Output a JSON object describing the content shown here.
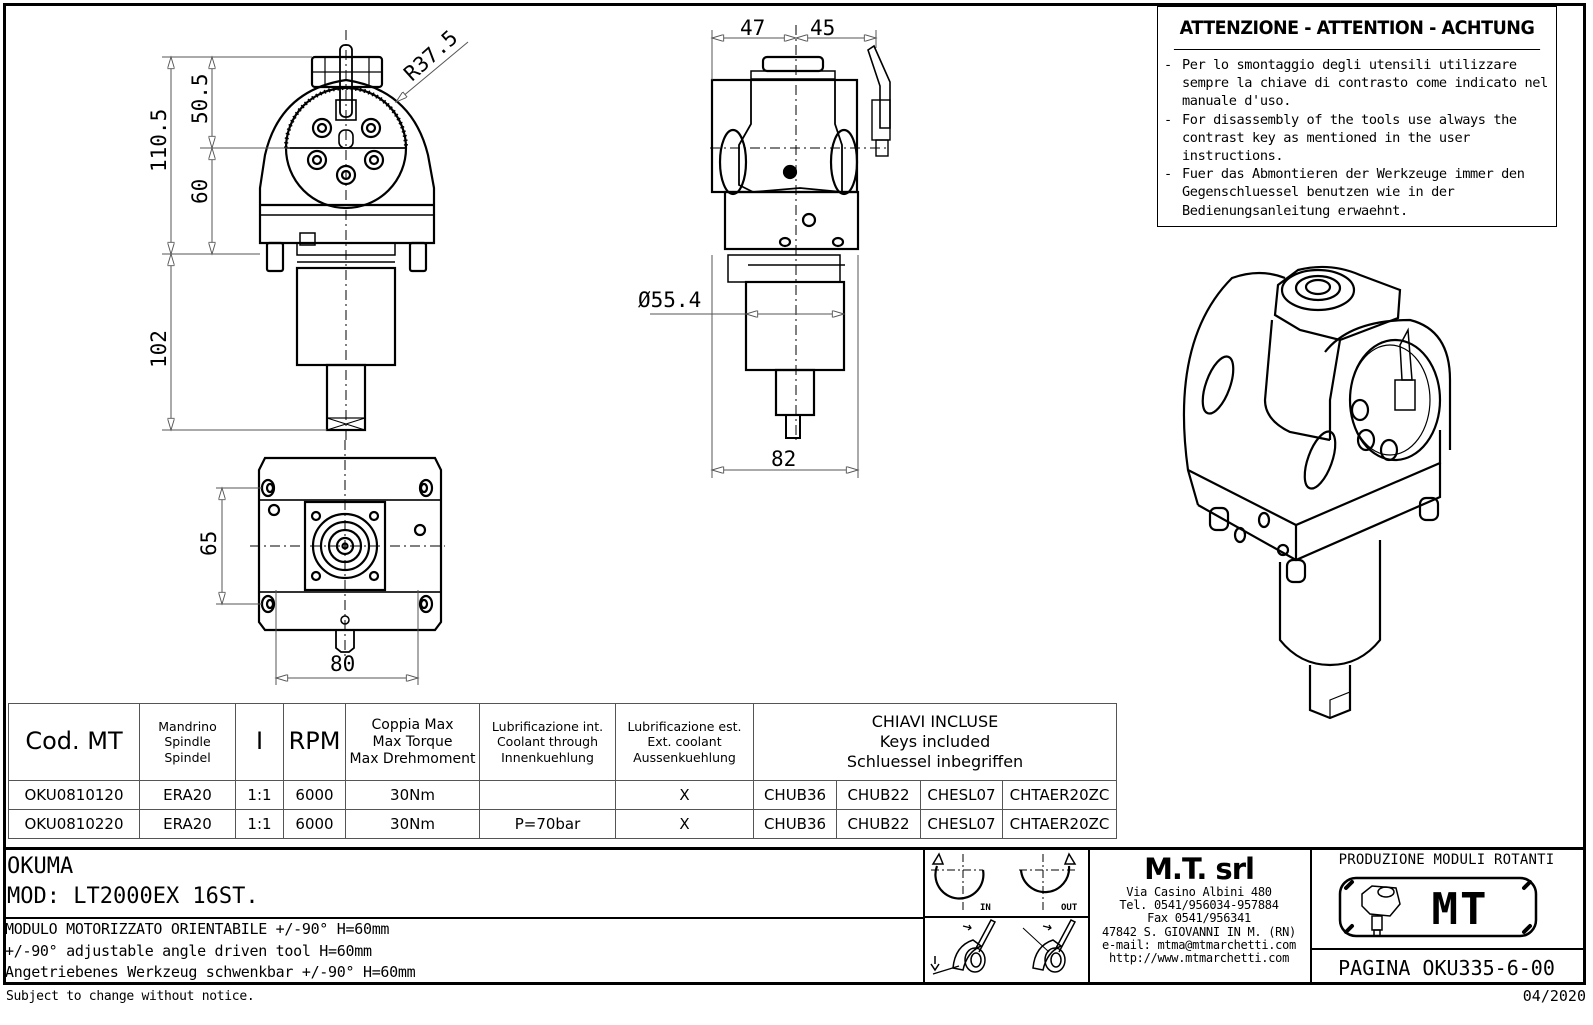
{
  "attention": {
    "title": "ATTENZIONE - ATTENTION - ACHTUNG",
    "items": [
      "Per lo smontaggio degli utensili utilizzare sempre la chiave di contrasto come indicato nel manuale d'uso.",
      "For disassembly of the tools use always the contrast key as mentioned in the user instructions.",
      "Fuer das Abmontieren der Werkzeuge immer den Gegenschluessel benutzen wie in der Bedienungsanleitung erwaehnt."
    ],
    "dash": "-"
  },
  "dimensions": {
    "front_total_height": "110.5",
    "front_upper_height": "50.5",
    "front_lower_height": "60",
    "front_shank_length": "102",
    "front_radius": "R37.5",
    "side_left_width": "47",
    "side_right_width": "45",
    "side_shank_diameter": "Ø55.4",
    "side_base_width": "82",
    "top_height": "65",
    "top_width": "80"
  },
  "spec_table": {
    "headers": {
      "code": "Cod. MT",
      "spindle": [
        "Mandrino",
        "Spindle",
        "Spindel"
      ],
      "ratio": "I",
      "rpm": "RPM",
      "torque": [
        "Coppia Max",
        "Max Torque",
        "Max Drehmoment"
      ],
      "coolant_int": [
        "Lubrificazione int.",
        "Coolant through",
        "Innenkuehlung"
      ],
      "coolant_ext": [
        "Lubrificazione est.",
        "Ext. coolant",
        "Aussenkuehlung"
      ],
      "keys": [
        "CHIAVI INCLUSE",
        "Keys included",
        "Schluessel inbegriffen"
      ]
    },
    "rows": [
      {
        "code": "OKU0810120",
        "spindle": "ERA20",
        "ratio": "1:1",
        "rpm": "6000",
        "torque": "30Nm",
        "coolant_int": "",
        "coolant_ext": "X",
        "keys": [
          "CHUB36",
          "CHUB22",
          "CHESL07",
          "CHTAER20ZC"
        ]
      },
      {
        "code": "OKU0810220",
        "spindle": "ERA20",
        "ratio": "1:1",
        "rpm": "6000",
        "torque": "30Nm",
        "coolant_int": "P=70bar",
        "coolant_ext": "X",
        "keys": [
          "CHUB36",
          "CHUB22",
          "CHESL07",
          "CHTAER20ZC"
        ]
      }
    ]
  },
  "title_block": {
    "client": "OKUMA",
    "model": "MOD: LT2000EX 16ST.",
    "description": [
      "MODULO MOTORIZZATO ORIENTABILE +/-90° H=60mm",
      "+/-90° adjustable angle driven tool H=60mm",
      "Angetriebenes Werkzeug schwenkbar +/-90° H=60mm"
    ],
    "rotation": {
      "in_label": "IN",
      "out_label": "OUT"
    },
    "company": {
      "name": "M.T. srl",
      "lines": [
        "Via Casino Albini 480",
        "Tel. 0541/956034-957884",
        "Fax 0541/956341",
        "47842 S. GIOVANNI IN M. (RN)",
        "e-mail: mtma@mtmarchetti.com",
        "http://www.mtmarchetti.com"
      ]
    },
    "logo": {
      "tagline": "PRODUZIONE MODULI ROTANTI",
      "mark": "MT"
    },
    "page": "PAGINA OKU335-6-00"
  },
  "footer": {
    "notice": "Subject to change without notice.",
    "date": "04/2020"
  }
}
